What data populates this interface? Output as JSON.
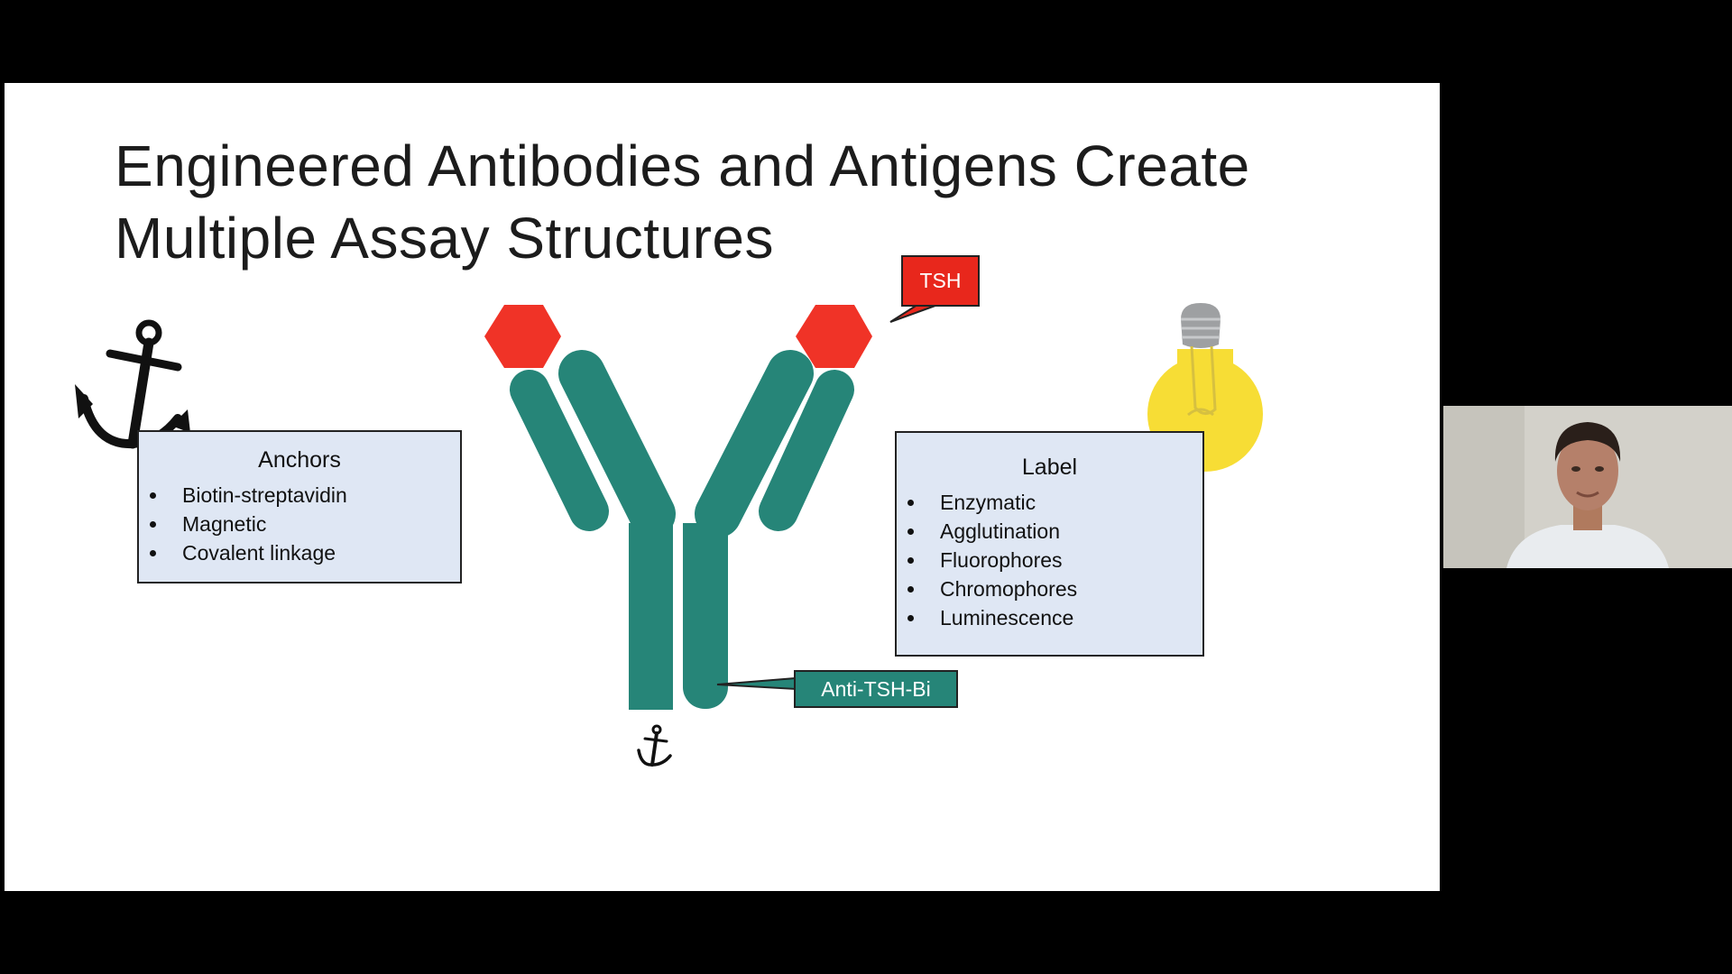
{
  "slide": {
    "title": "Engineered Antibodies and Antigens Create Multiple Assay Structures",
    "anchors_box": {
      "heading": "Anchors",
      "items": [
        "Biotin-streptavidin",
        "Magnetic",
        "Covalent linkage"
      ]
    },
    "label_box": {
      "heading": "Label",
      "items": [
        "Enzymatic",
        "Agglutination",
        "Fluorophores",
        "Chromophores",
        "Luminescence"
      ]
    },
    "tsh_callout": "TSH",
    "antibody_callout": "Anti-TSH-Bi"
  },
  "colors": {
    "antibody": "#268578",
    "antigen": "#f03327",
    "callout_red": "#e8271c",
    "box_fill": "#dfe7f4",
    "bulb": "#f7dd35"
  },
  "icons": [
    "anchor-icon",
    "small-anchor-icon",
    "lightbulb-icon",
    "hexagon-antigen-icon"
  ]
}
